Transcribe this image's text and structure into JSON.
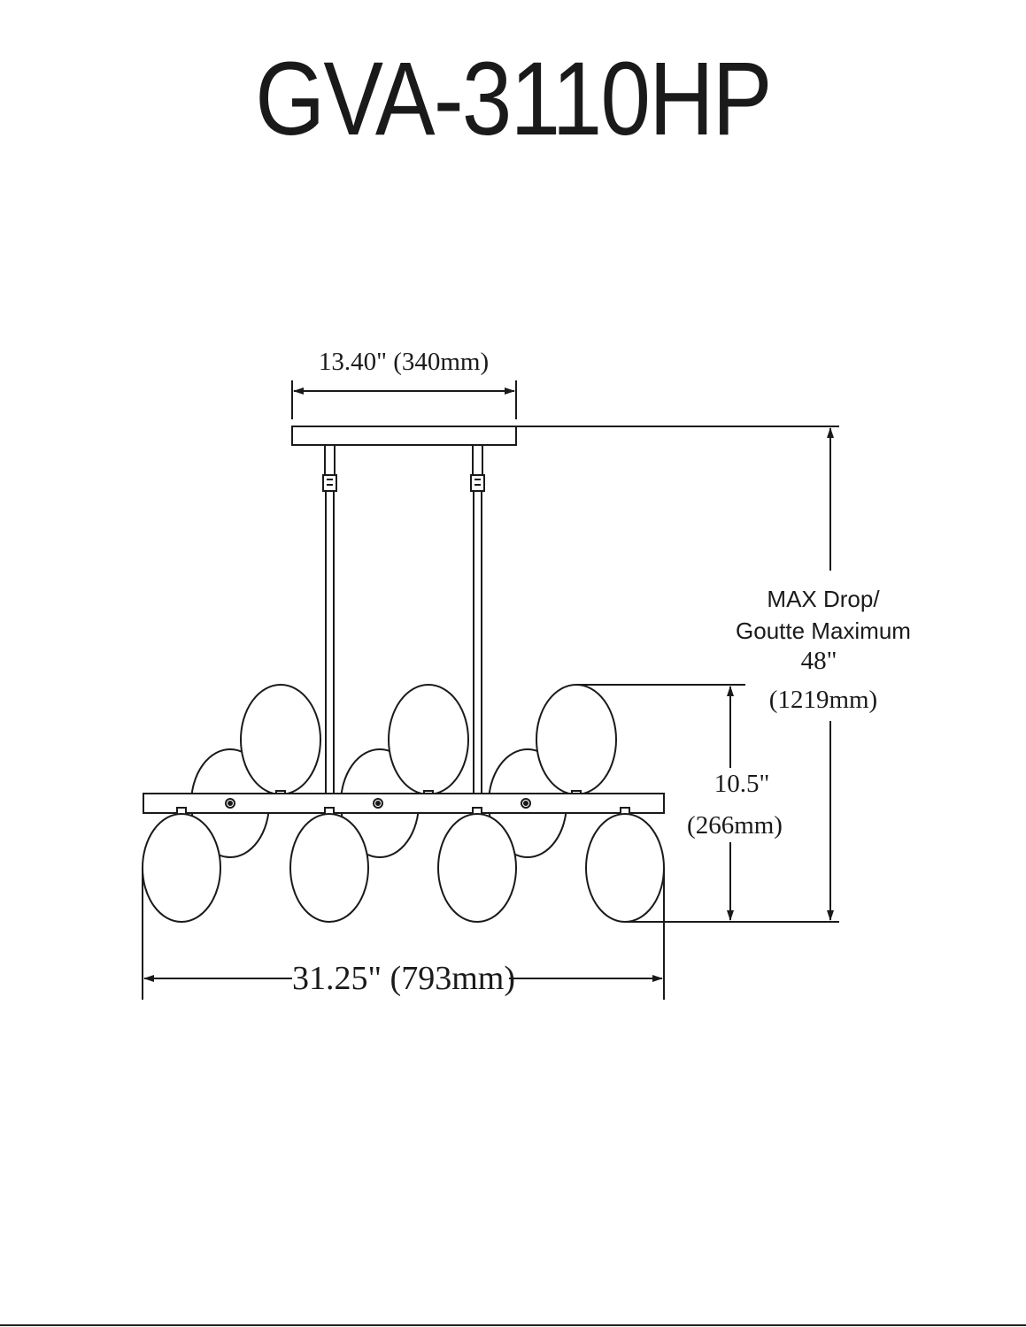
{
  "title": "GVA-3110HP",
  "dimensions": {
    "canopy_width": "13.40\" (340mm)",
    "overall_width": "31.25\" (793mm)",
    "body_height_line1": "10.5\"",
    "body_height_line2": "(266mm)",
    "max_drop_line1": "MAX Drop/",
    "max_drop_line2": "Goutte Maximum",
    "max_drop_line3": "48\"",
    "max_drop_line4": "(1219mm)"
  },
  "colors": {
    "line": "#1a1a1a",
    "background": "#ffffff"
  }
}
